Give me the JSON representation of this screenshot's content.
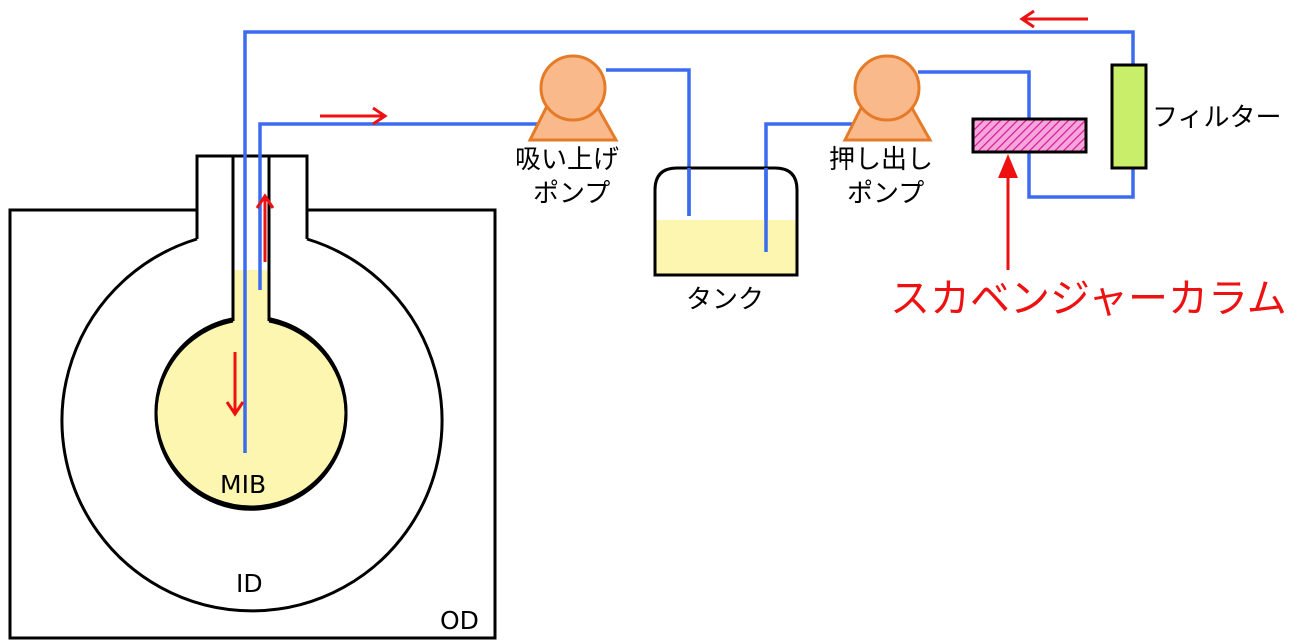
{
  "labels": {
    "od": "OD",
    "id": "ID",
    "mib": "MIB",
    "suction_pump_line1": "吸い上げ",
    "suction_pump_line2": "ポンプ",
    "tank": "タンク",
    "discharge_pump_line1": "押し出し",
    "discharge_pump_line2": "ポンプ",
    "filter": "フィルター",
    "scavenger_column": "スカベンジャーカラム"
  },
  "colors": {
    "pipe": "#3b6cf0",
    "arrow": "#ee1111",
    "liquid": "#fdf6b0",
    "pump_fill": "#f9b98a",
    "pump_stroke": "#e57b29",
    "filter_fill": "#c8ee6a",
    "column_fill": "#f38ad0",
    "column_label": "#ee1111"
  }
}
